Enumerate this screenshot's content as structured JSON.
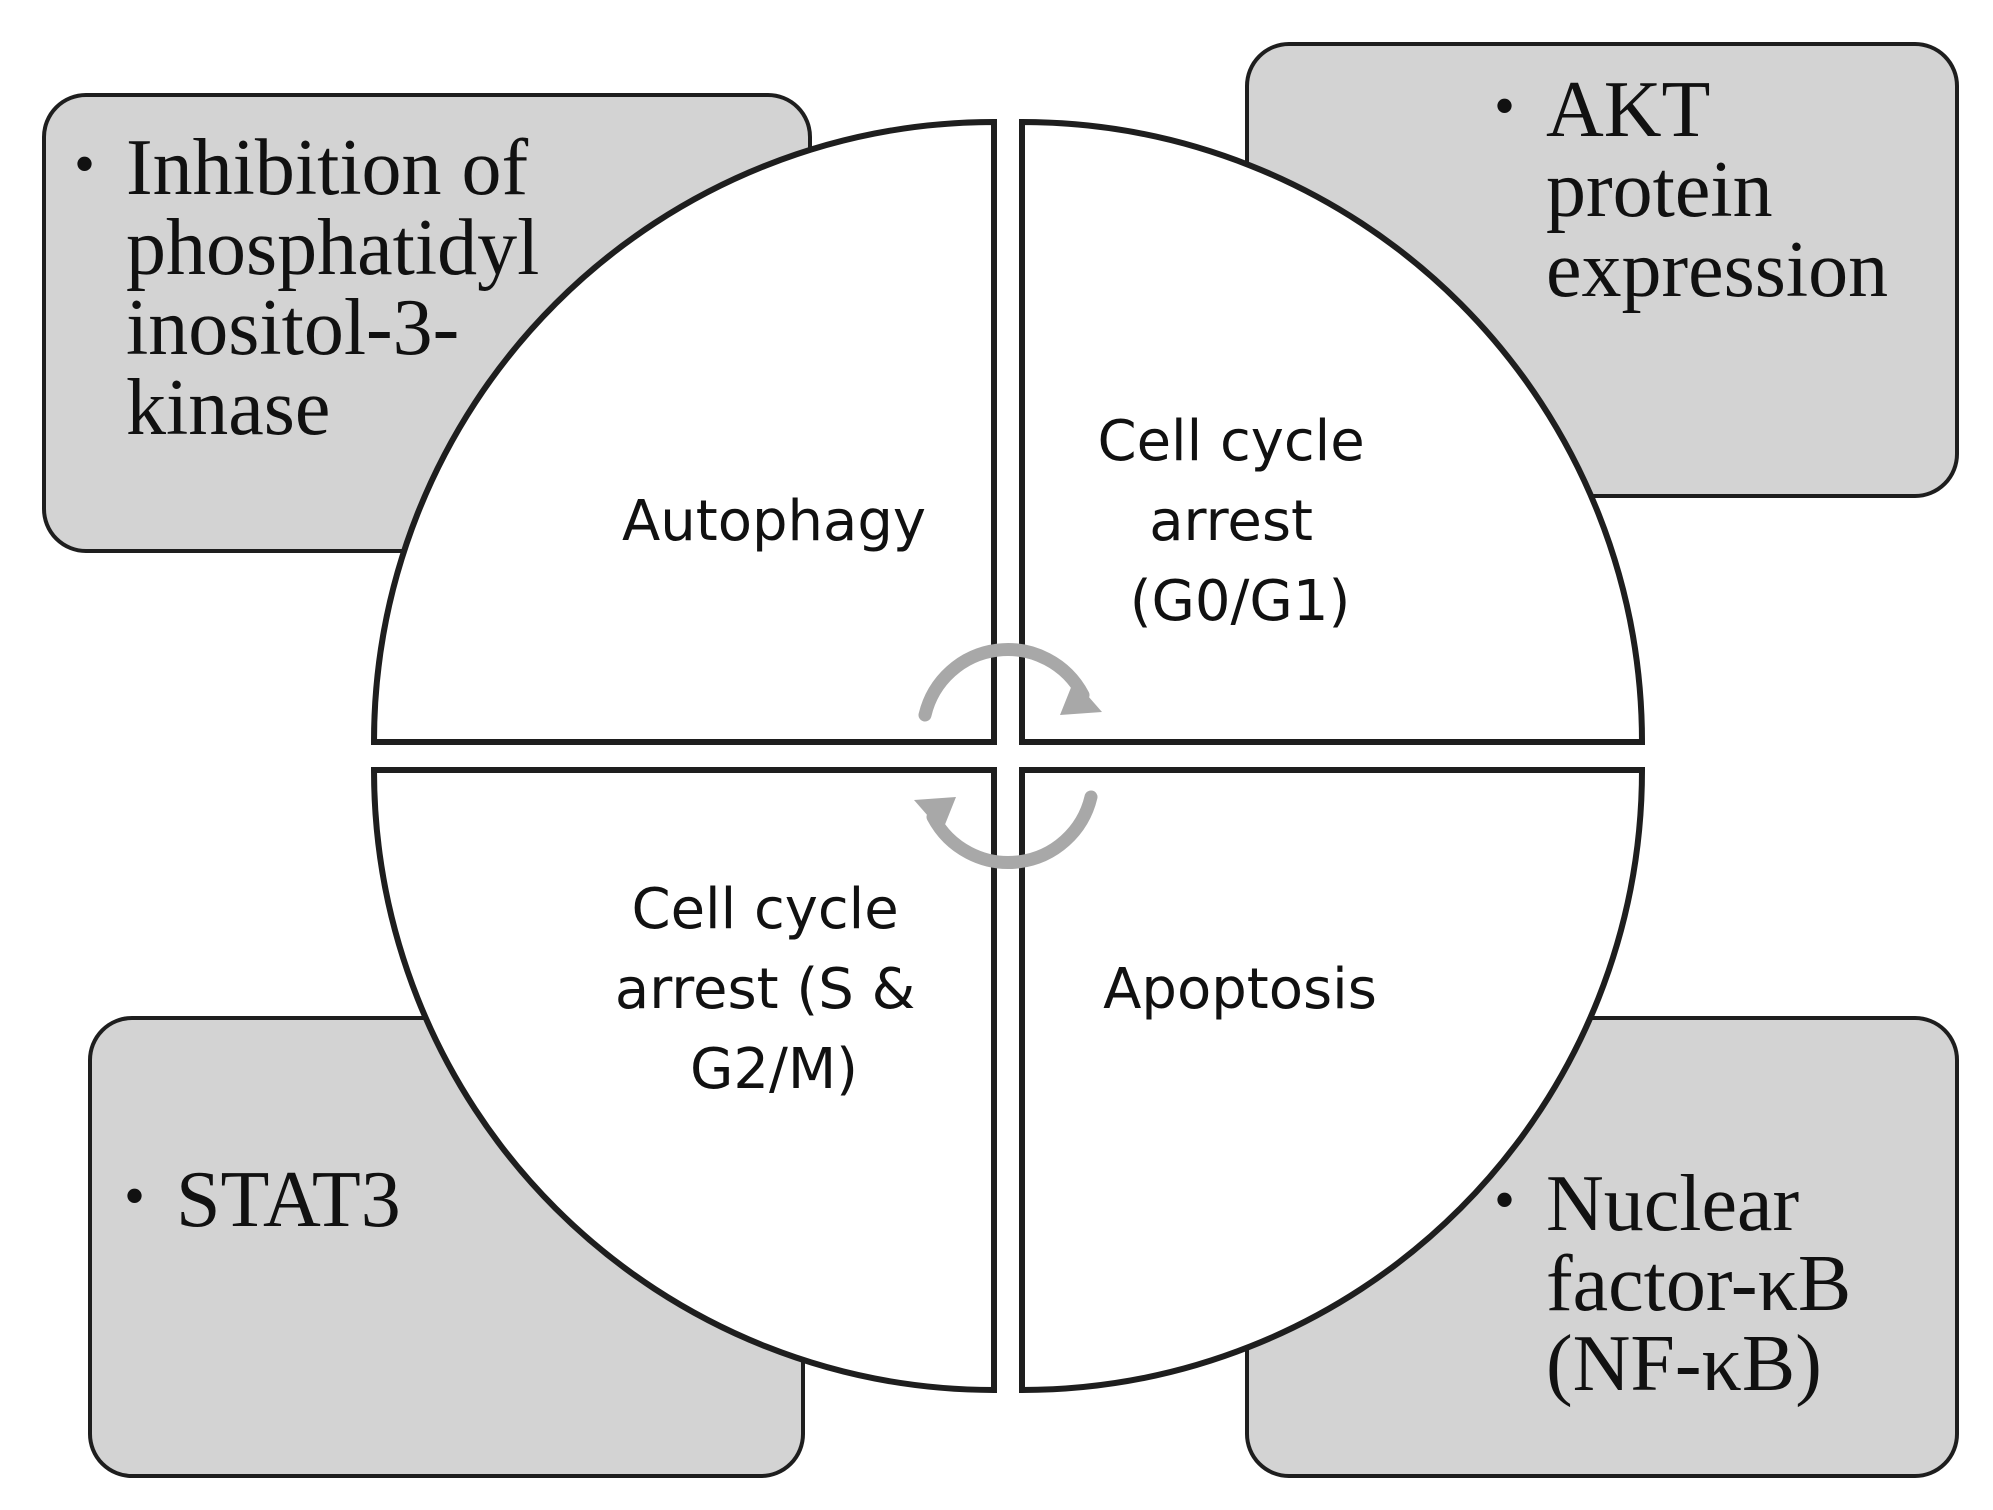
{
  "boxes": {
    "top_left": {
      "lines": [
        "Inhibition of",
        "phosphatidyl",
        "inositol-3-",
        "kinase"
      ]
    },
    "top_right": {
      "lines": [
        "AKT",
        "protein",
        "expression"
      ]
    },
    "bottom_left": {
      "lines": [
        "STAT3"
      ]
    },
    "bottom_right": {
      "lines": [
        "Nuclear",
        "factor-κB",
        "(NF-κB)"
      ]
    }
  },
  "quadrants": {
    "top_left": {
      "lines": [
        "Autophagy"
      ]
    },
    "top_right": {
      "lines": [
        "Cell cycle",
        "arrest",
        "(G0/G1)"
      ]
    },
    "bottom_left": {
      "lines": [
        "Cell cycle",
        "arrest (S &",
        "G2/M)"
      ]
    },
    "bottom_right": {
      "lines": [
        "Apoptosis"
      ]
    }
  },
  "colors": {
    "box_fill": "#d3d3d3",
    "outline": "#1e1e1e",
    "arrow": "#a8a8a8"
  }
}
